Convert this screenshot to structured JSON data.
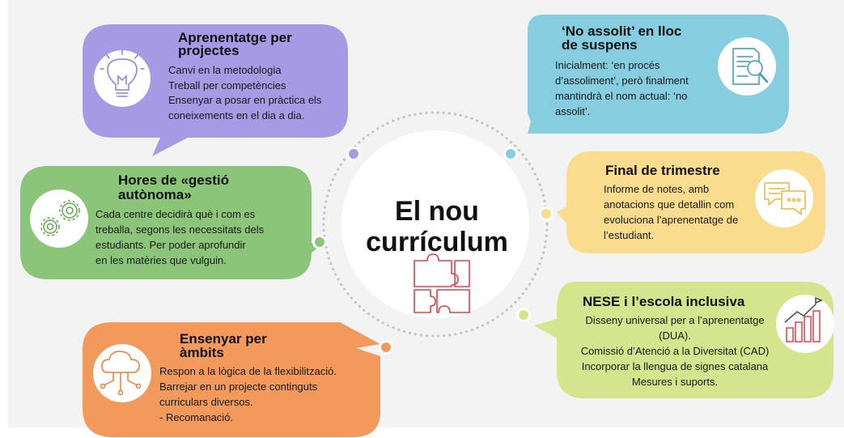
{
  "center": {
    "title_line1": "El nou",
    "title_line2": "currículum"
  },
  "colors": {
    "purple": "#a69ae4",
    "blue": "#86cde0",
    "green": "#8bc57a",
    "yellow": "#f9dc8e",
    "orange": "#f19a5c",
    "lime": "#d5e58e",
    "dot_line": "#c2c2c2",
    "puzzle": "#e0414a"
  },
  "bubbles": {
    "projects": {
      "title_line1": "Aprenentatge per",
      "title_line2": "projectes",
      "lines": [
        "Canvi en la metodologia",
        "Treball per competències",
        "Ensenyar a posar en pràctica els",
        "coneixements en el dia a dia."
      ],
      "icon": "lightbulb-icon"
    },
    "no_assolit": {
      "title_line1": "‘No assolit’ en lloc",
      "title_line2": "de suspens",
      "lines": [
        "Inicialment: ‘en procés",
        "d’assoliment’, però finalment",
        "mantindrà el nom actual: ‘no",
        "assolit’."
      ],
      "icon": "document-search-icon"
    },
    "hores": {
      "title_line1": "Hores de «gestió",
      "title_line2": "autònoma»",
      "lines": [
        "Cada centre decidirà què i com es",
        "treballa, segons les necessitats dels",
        "estudiants. Per poder aprofundir",
        "en les matèries que vulguin."
      ],
      "icon": "gears-icon"
    },
    "trimestre": {
      "title_line1": "Final de trimestre",
      "lines": [
        "Informe de notes, amb",
        "anotacions que detallin com",
        "evoluciona l’aprenentatge de",
        "l’estudiant."
      ],
      "icon": "chat-bubbles-icon"
    },
    "ambits": {
      "title_line1": "Ensenyar per",
      "title_line2": "àmbits",
      "lines": [
        "Respon a la lògica de la flexibilització.",
        "Barrejar en un projecte continguts",
        "curriculars diversos.",
        "- Recomanació."
      ],
      "icon": "cloud-network-icon"
    },
    "nese": {
      "title_line1": "NESE i l’escola inclusiva",
      "lines": [
        "Disseny universal per a l’aprenentatge",
        "(DUA).",
        "Comissió d’Atenció a la Diversitat (CAD)",
        "Incorporar la llengua de signes catalana",
        "Mesures i suports."
      ],
      "icon": "growth-chart-icon"
    }
  }
}
